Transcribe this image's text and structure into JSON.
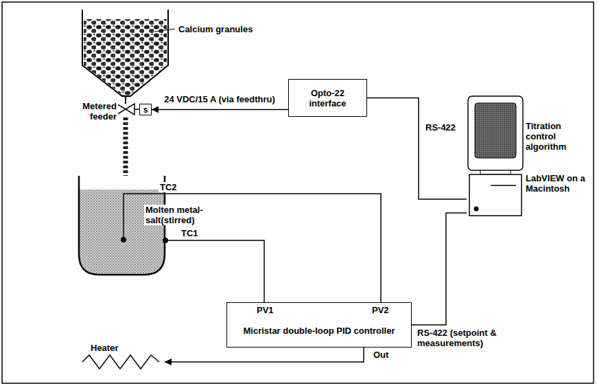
{
  "diagram": {
    "nodes": [
      {
        "text": [
          "s"
        ]
      },
      {
        "text": [
          "Opto-22 interface"
        ]
      },
      {
        "text": [
          "Titration control algorithm",
          "LabVIEW on a Macintosh"
        ]
      },
      {
        "text": [
          "Micristar double-loop PID controller"
        ]
      }
    ],
    "edges": [
      {
        "from": 1,
        "to": 0,
        "arrow": "to",
        "label": "24 VDC/15 A (via feedthru)"
      },
      {
        "from": 1,
        "to": 2,
        "arrow": "none",
        "label": "RS-422"
      },
      {
        "from": 3,
        "to": 2,
        "arrow": "none",
        "label": "RS-422 (setpoint & measurements)"
      }
    ],
    "labels": [
      "Calcium granules",
      "Metered feeder",
      "TC2",
      "Molten metal-salt(stirred)",
      "TC1",
      "PV1",
      "PV2",
      "Heater",
      "Out"
    ]
  }
}
